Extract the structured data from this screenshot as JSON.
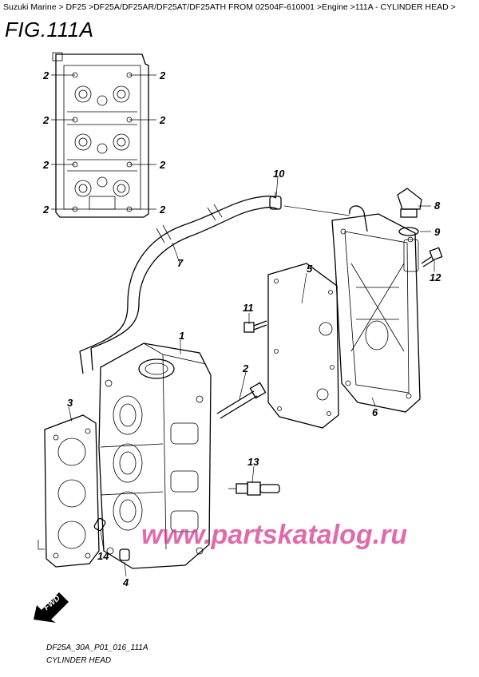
{
  "breadcrumb": "Suzuki Marine > DF25 >DF25A/DF25AR/DF25AT/DF25ATH FROM 02504F-610001 >Engine >111A - CYLINDER HEAD >",
  "figure_title": "FIG.111A",
  "callouts": {
    "c_2a": "2",
    "c_2b": "2",
    "c_2c": "2",
    "c_2d": "2",
    "c_2e": "2",
    "c_2f": "2",
    "c_2g": "2",
    "c_2h": "2",
    "c_1": "1",
    "c_2i": "2",
    "c_3": "3",
    "c_4": "4",
    "c_5": "5",
    "c_6": "6",
    "c_7": "7",
    "c_8": "8",
    "c_9": "9",
    "c_10": "10",
    "c_11": "11",
    "c_12": "12",
    "c_13": "13",
    "c_14": "14"
  },
  "fwd_label": "FWD",
  "watermark": "www.partskatalog.ru",
  "diagram_code": "DF25A_30A_P01_016_111A",
  "caption": "CYLINDER HEAD",
  "colors": {
    "watermark": "#d63a8e",
    "line": "#000000"
  }
}
